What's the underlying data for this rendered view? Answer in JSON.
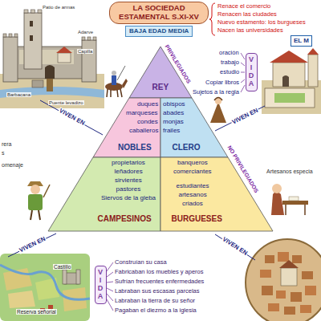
{
  "diagram": {
    "title": "LA SOCIEDAD ESTAMENTAL S.XI-XV",
    "nodes": [
      {
        "text": [
          "BAJA EDAD MEDIA"
        ]
      },
      {
        "text": [
          "EL M"
        ]
      },
      {
        "text": [
          "REY"
        ]
      },
      {
        "text": [
          "VIDA"
        ]
      },
      {
        "text": [
          "duques",
          "marqueses",
          "condes",
          "caballeros",
          "NOBLES"
        ]
      },
      {
        "text": [
          "obispos",
          "abades",
          "monjas",
          "frailes",
          "CLERO"
        ]
      },
      {
        "text": [
          "propietarios",
          "leñadores",
          "sirvientes",
          "pastores",
          "Siervos de la gleba",
          "CAMPESINOS"
        ]
      },
      {
        "text": [
          "banqueros",
          "comerciantes",
          "estudiantes",
          "artesanos",
          "criados",
          "BURGUESES"
        ]
      },
      {
        "text": [
          "VIDA"
        ]
      }
    ],
    "labels": [
      "Patio de armas",
      "Adarve",
      "Capilla",
      "Barbacana",
      "Puente levadizo",
      "Renace el comercio",
      "Renacen las ciudades",
      "Nuevo estamento: los burgueses",
      "Nacen las universidades",
      "PRIVILEGIADOS",
      "oración",
      "trabajo",
      "estudio",
      "Copiar libros",
      "Sujetos a la regla",
      "VIVEN EN",
      "VIVEN EN",
      "rera",
      "s",
      "omenaje",
      "NO PRIVILEGIADOS",
      "Artesanos especia",
      "VIVEN EN",
      "VIVEN EN",
      "Castillo",
      "Construían su casa",
      "Fabricaban los muebles y aperos",
      "Sufrían frecuentes enfermedades",
      "Labraban sus escasas parcelas",
      "Labraban la tierra de su señor",
      "Pagaban el diezmo a la iglesia",
      "Reserva señorial"
    ]
  }
}
